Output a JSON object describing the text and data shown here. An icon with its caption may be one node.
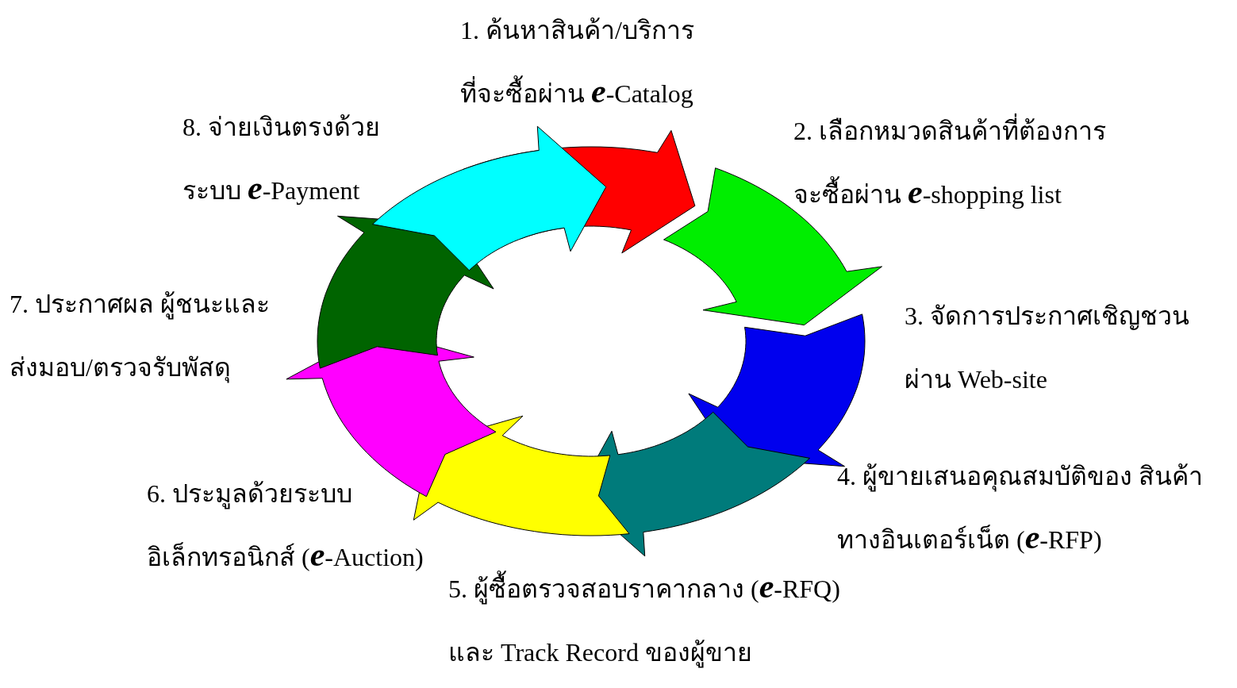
{
  "diagram": {
    "labels": [
      "1. ค้นหาสินค้า/บริการ ที่จะซื้อผ่าน **e**-Catalog",
      "2. เลือกหมวดสินค้าที่ต้องการ จะซื้อผ่าน **e**-shopping list",
      "3. จัดการประกาศเชิญชวน ผ่าน Web-site",
      "4. ผู้ขายเสนอคุณสมบัติของ สินค้าทางอินเตอร์เน็ต (**e**-RFP)",
      "5. ผู้ซื้อตรวจสอบราคากลาง (**e**-RFQ) และ Track Record ของผู้ขาย",
      "6. ประมูลด้วยระบบ อิเล็กทรอนิกส์ (**e**-Auction)",
      "7. ประกาศผล ผู้ชนะและ ส่งมอบ/ตรวจรับพัสดุ",
      "8. จ่ายเงินตรงด้วย ระบบ **e**-Payment"
    ]
  }
}
